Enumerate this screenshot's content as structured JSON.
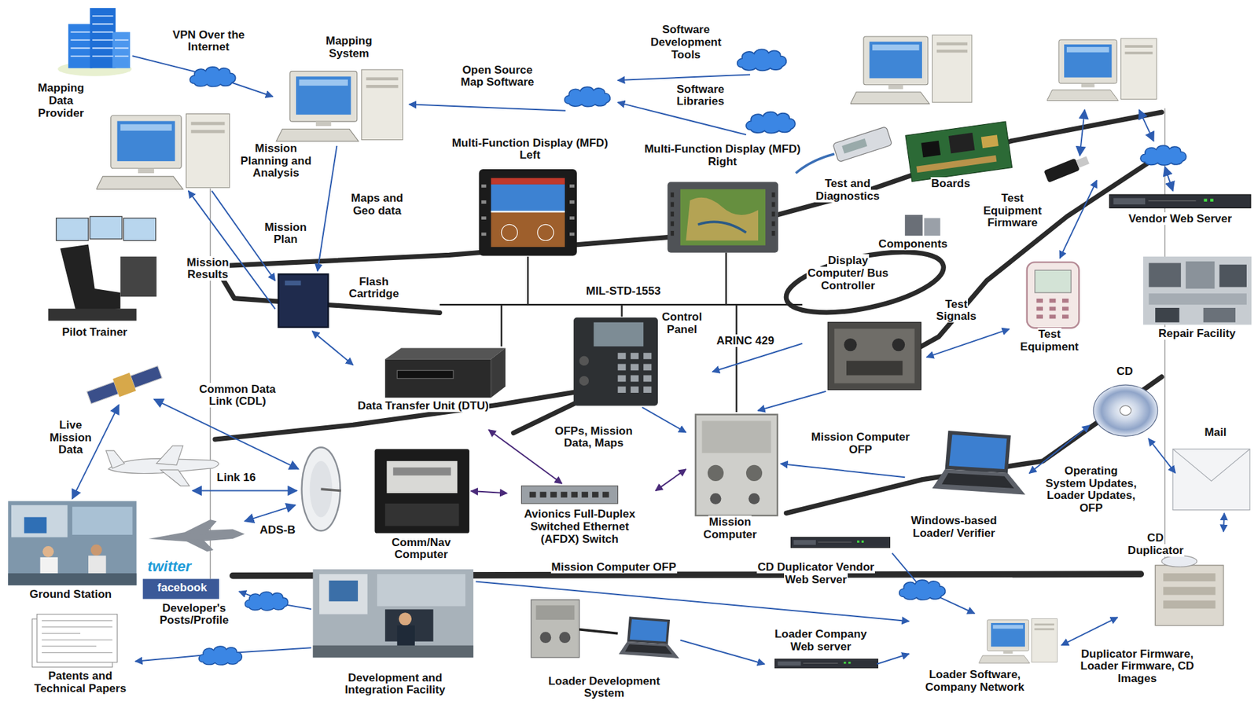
{
  "diagram": {
    "nodes": [
      {
        "text": [
          "Mapping Data Provider"
        ]
      },
      {
        "text": [
          "Mapping System"
        ]
      },
      {
        "text": [
          "Open Source Map Software"
        ]
      },
      {
        "text": [
          "Software Development Tools"
        ]
      },
      {
        "text": [
          "Software Libraries"
        ]
      },
      {
        "text": [
          "Mission Planning and Analysis"
        ]
      },
      {
        "text": [
          "Multi-Function Display (MFD) Left"
        ]
      },
      {
        "text": [
          "Multi-Function Display (MFD) Right"
        ]
      },
      {
        "text": [
          "Test and Diagnostics"
        ]
      },
      {
        "text": [
          "Boards"
        ]
      },
      {
        "text": [
          "Test Equipment Firmware"
        ]
      },
      {
        "text": [
          "Vendor Web Server"
        ]
      },
      {
        "text": [
          "Components"
        ]
      },
      {
        "text": [
          "Pilot Trainer"
        ]
      },
      {
        "text": [
          "Flash Cartridge"
        ]
      },
      {
        "text": [
          "Display Computer/ Bus Controller"
        ]
      },
      {
        "text": [
          "Control Panel"
        ]
      },
      {
        "text": [
          "Test Equipment"
        ]
      },
      {
        "text": [
          "Repair Facility"
        ]
      },
      {
        "text": [
          "Data Transfer Unit (DTU)"
        ]
      },
      {
        "text": [
          "CD"
        ]
      },
      {
        "text": [
          "Mission Computer"
        ]
      },
      {
        "text": [
          "Windows-based Loader/ Verifier"
        ]
      },
      {
        "text": [
          "Mail"
        ]
      },
      {
        "text": [
          "Comm/Nav Computer"
        ]
      },
      {
        "text": [
          "Avionics Full-Duplex Switched Ethernet (AFDX) Switch"
        ]
      },
      {
        "text": [
          "Ground Station"
        ]
      },
      {
        "text": [
          "CD Duplicator"
        ]
      },
      {
        "text": [
          "CD Duplicator Vendor Web Server"
        ]
      },
      {
        "text": [
          "Developer's Posts/Profile"
        ]
      },
      {
        "text": [
          "Development and Integration Facility"
        ]
      },
      {
        "text": [
          "Loader Development System"
        ]
      },
      {
        "text": [
          "Loader Company Web server"
        ]
      },
      {
        "text": [
          "Loader Software, Company Network"
        ]
      },
      {
        "text": [
          "Patents and Technical Papers"
        ]
      }
    ],
    "edges": [
      {
        "from": 0,
        "to": 1,
        "label": "VPN Over the Internet",
        "arrow": "to"
      },
      {
        "from": 2,
        "to": 1,
        "arrow": "to"
      },
      {
        "from": 3,
        "to": 2,
        "arrow": "to"
      },
      {
        "from": 4,
        "to": 2,
        "arrow": "to"
      },
      {
        "from": 1,
        "to": 14,
        "label": "Maps and Geo data",
        "arrow": "to"
      },
      {
        "from": 5,
        "to": 14,
        "label": "Mission Plan",
        "arrow": "to"
      },
      {
        "from": 14,
        "to": 5,
        "label": "Mission Results",
        "arrow": "to"
      },
      {
        "from": 14,
        "to": 19,
        "arrow": "both"
      },
      {
        "from": 19,
        "to": 25,
        "label": "OFPs, Mission Data, Maps",
        "arrow": "both"
      },
      {
        "from": 24,
        "to": 25,
        "arrow": "both"
      },
      {
        "from": 21,
        "to": 25,
        "arrow": "both"
      },
      {
        "from": 15,
        "to": 16,
        "label": "ARINC 429",
        "arrow": "to"
      },
      {
        "from": 15,
        "to": 21,
        "arrow": "to"
      },
      {
        "from": 16,
        "to": 21,
        "arrow": "to"
      },
      {
        "from": 15,
        "to": 17,
        "label": "Test Signals",
        "arrow": "both"
      },
      {
        "from": 22,
        "to": 21,
        "label": "Mission Computer OFP",
        "arrow": "to"
      },
      {
        "from": 20,
        "to": 22,
        "label": "Operating System Updates, Loader Updates, OFP",
        "arrow": "both"
      },
      {
        "from": 20,
        "to": 23,
        "arrow": "both"
      },
      {
        "from": 23,
        "to": 27,
        "arrow": "both"
      },
      {
        "from": 27,
        "to": 33,
        "label": "Duplicator Firmware, Loader Firmware, CD Images",
        "arrow": "both"
      },
      {
        "from": 28,
        "to": 33,
        "arrow": "to"
      },
      {
        "from": 32,
        "to": 33,
        "arrow": "to"
      },
      {
        "from": 31,
        "to": 32,
        "arrow": "to"
      },
      {
        "from": 30,
        "to": 33,
        "label": "Mission Computer OFP",
        "arrow": "to"
      },
      {
        "from": 30,
        "to": 29,
        "arrow": "to"
      },
      {
        "from": 30,
        "to": 34,
        "arrow": "to"
      },
      {
        "from": 10,
        "to": 17,
        "arrow": "both"
      }
    ],
    "labels": [
      "MIL-STD-1553",
      "Live Mission Data",
      "Common Data Link (CDL)",
      "Link 16",
      "ADS-B",
      "twitter",
      "facebook"
    ]
  }
}
